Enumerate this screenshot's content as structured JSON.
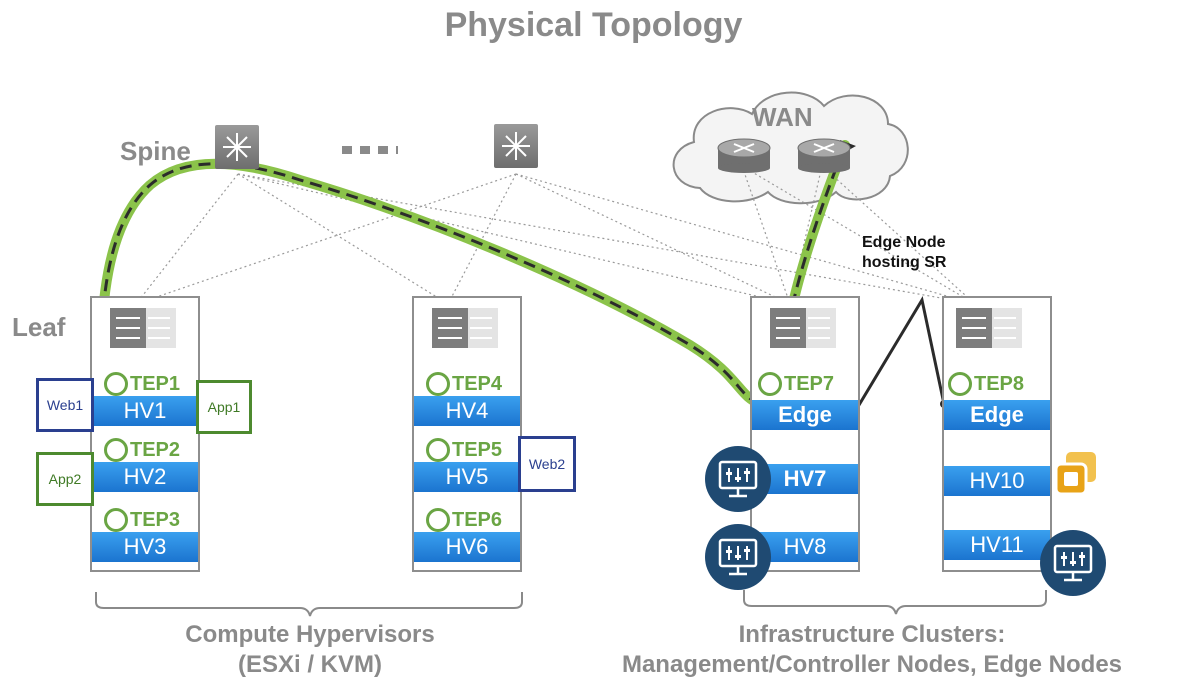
{
  "title": "Physical Topology",
  "labels": {
    "spine": "Spine",
    "leaf": "Leaf",
    "wan": "WAN",
    "edge_node": "Edge Node",
    "hosting_sr": "hosting SR"
  },
  "racks": [
    {
      "teps": [
        "TEP1",
        "TEP2",
        "TEP3"
      ],
      "hvs": [
        "HV1",
        "HV2",
        "HV3"
      ]
    },
    {
      "teps": [
        "TEP4",
        "TEP5",
        "TEP6"
      ],
      "hvs": [
        "HV4",
        "HV5",
        "HV6"
      ]
    },
    {
      "teps": [
        "TEP7"
      ],
      "hvs": [
        "Edge",
        "HV7",
        "HV8"
      ]
    },
    {
      "teps": [
        "TEP8"
      ],
      "hvs": [
        "Edge",
        "HV10",
        "HV11"
      ]
    }
  ],
  "vms": {
    "web1": "Web1",
    "app1": "App1",
    "app2": "App2",
    "web2": "Web2"
  },
  "footer": {
    "compute_line1": "Compute Hypervisors",
    "compute_line2": "(ESXi / KVM)",
    "infra_line1": "Infrastructure Clusters:",
    "infra_line2": "Management/Controller Nodes, Edge Nodes"
  },
  "colors": {
    "tep_green": "#6aa544",
    "hv_blue": "#1f7fe0",
    "path_green": "#8bc34a",
    "monitor_navy": "#1f4a72"
  },
  "icons": [
    "spine-switch-icon",
    "leaf-switch-icon",
    "router-icon",
    "cloud-icon",
    "monitor-icon",
    "vmware-icon"
  ]
}
